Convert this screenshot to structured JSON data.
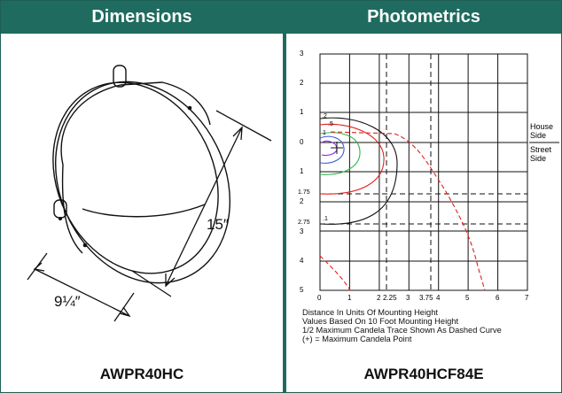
{
  "headers": {
    "dimensions": "Dimensions",
    "photometrics": "Photometrics"
  },
  "dimensions": {
    "height": "15″",
    "width": "9¼″"
  },
  "photometric_chart": {
    "y_ticks": [
      "3",
      "2",
      "1",
      "0",
      "1",
      "2",
      "3",
      "4",
      "5"
    ],
    "x_ticks": [
      "0",
      "1",
      "2",
      "2.25",
      "3",
      "3.75",
      "4",
      "5",
      "6",
      "7"
    ],
    "marker_labels": [
      "1.75",
      "2.75"
    ],
    "contour_labels": [
      ".2",
      ".5",
      "1",
      ".1"
    ],
    "house_side": "House Side",
    "street_side": "Street Side",
    "colors": {
      "isolines": [
        "#8a2be2",
        "#3a5bd9",
        "#2db34a",
        "#e0201b",
        "#111111"
      ],
      "trace": "#e0201b"
    }
  },
  "notes": [
    "Distance In Units Of Mounting Height",
    "Values Based On 10 Foot Mounting Height",
    "1/2 Maximum Candela Trace Shown As Dashed Curve",
    "(+) = Maximum Candela Point"
  ],
  "models": {
    "left": "AWPR40HC",
    "right": "AWPR40HCF84E"
  }
}
